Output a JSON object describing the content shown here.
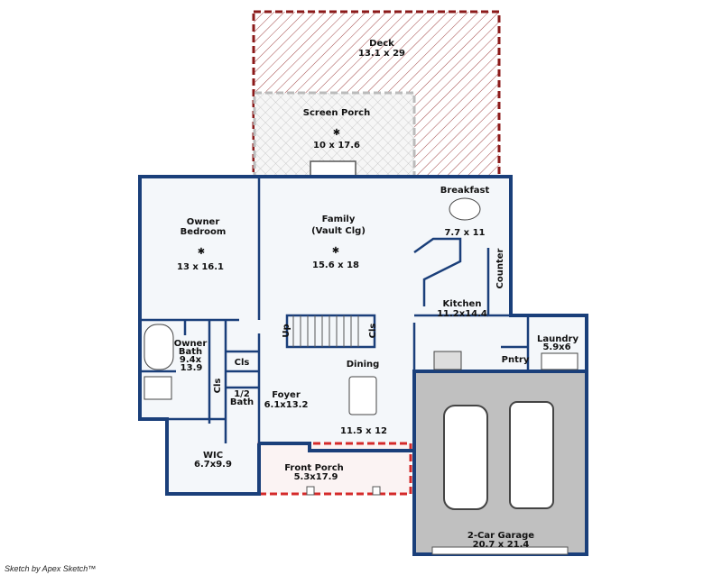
{
  "colors": {
    "wall": "#1a3f7a",
    "deck": "#8b1a1a",
    "porch_border": "#d42a2a",
    "garage": "#c0c0c0",
    "floor": "#f4f7fa"
  },
  "rooms": {
    "deck": {
      "name": "Deck",
      "size": "13.1 x 29"
    },
    "screen_porch": {
      "name": "Screen Porch",
      "size": "10 x 17.6"
    },
    "breakfast": {
      "name": "Breakfast",
      "size": "7.7 x 11"
    },
    "owner_bedroom": {
      "name1": "Owner",
      "name2": "Bedroom",
      "size": "13 x 16.1"
    },
    "family": {
      "name1": "Family",
      "name2": "(Vault Clg)",
      "size": "15.6 x 18"
    },
    "counter": {
      "name": "Counter"
    },
    "kitchen": {
      "name": "Kitchen",
      "size": "11.2x14.4"
    },
    "laundry": {
      "name": "Laundry",
      "size": "5.9x6"
    },
    "pantry": {
      "name": "Pntry"
    },
    "stairs": {
      "name": "Up"
    },
    "closet_stair": {
      "name": "Cls"
    },
    "owner_bath": {
      "name1": "Owner",
      "name2": "Bath",
      "size1": "9.4x",
      "size2": "13.9"
    },
    "closet_a": {
      "name": "Cls"
    },
    "closet_b": {
      "name": "Cls"
    },
    "half_bath": {
      "name1": "1/2",
      "name2": "Bath"
    },
    "foyer": {
      "name": "Foyer",
      "size": "6.1x13.2"
    },
    "dining": {
      "name": "Dining",
      "size": "11.5 x 12"
    },
    "wic": {
      "name": "WIC",
      "size": "6.7x9.9"
    },
    "front_porch": {
      "name": "Front Porch",
      "size": "5.3x17.9"
    },
    "garage": {
      "name": "2-Car Garage",
      "size": "20.7 x 21.4"
    }
  },
  "credit": "Sketch by Apex Sketch™"
}
